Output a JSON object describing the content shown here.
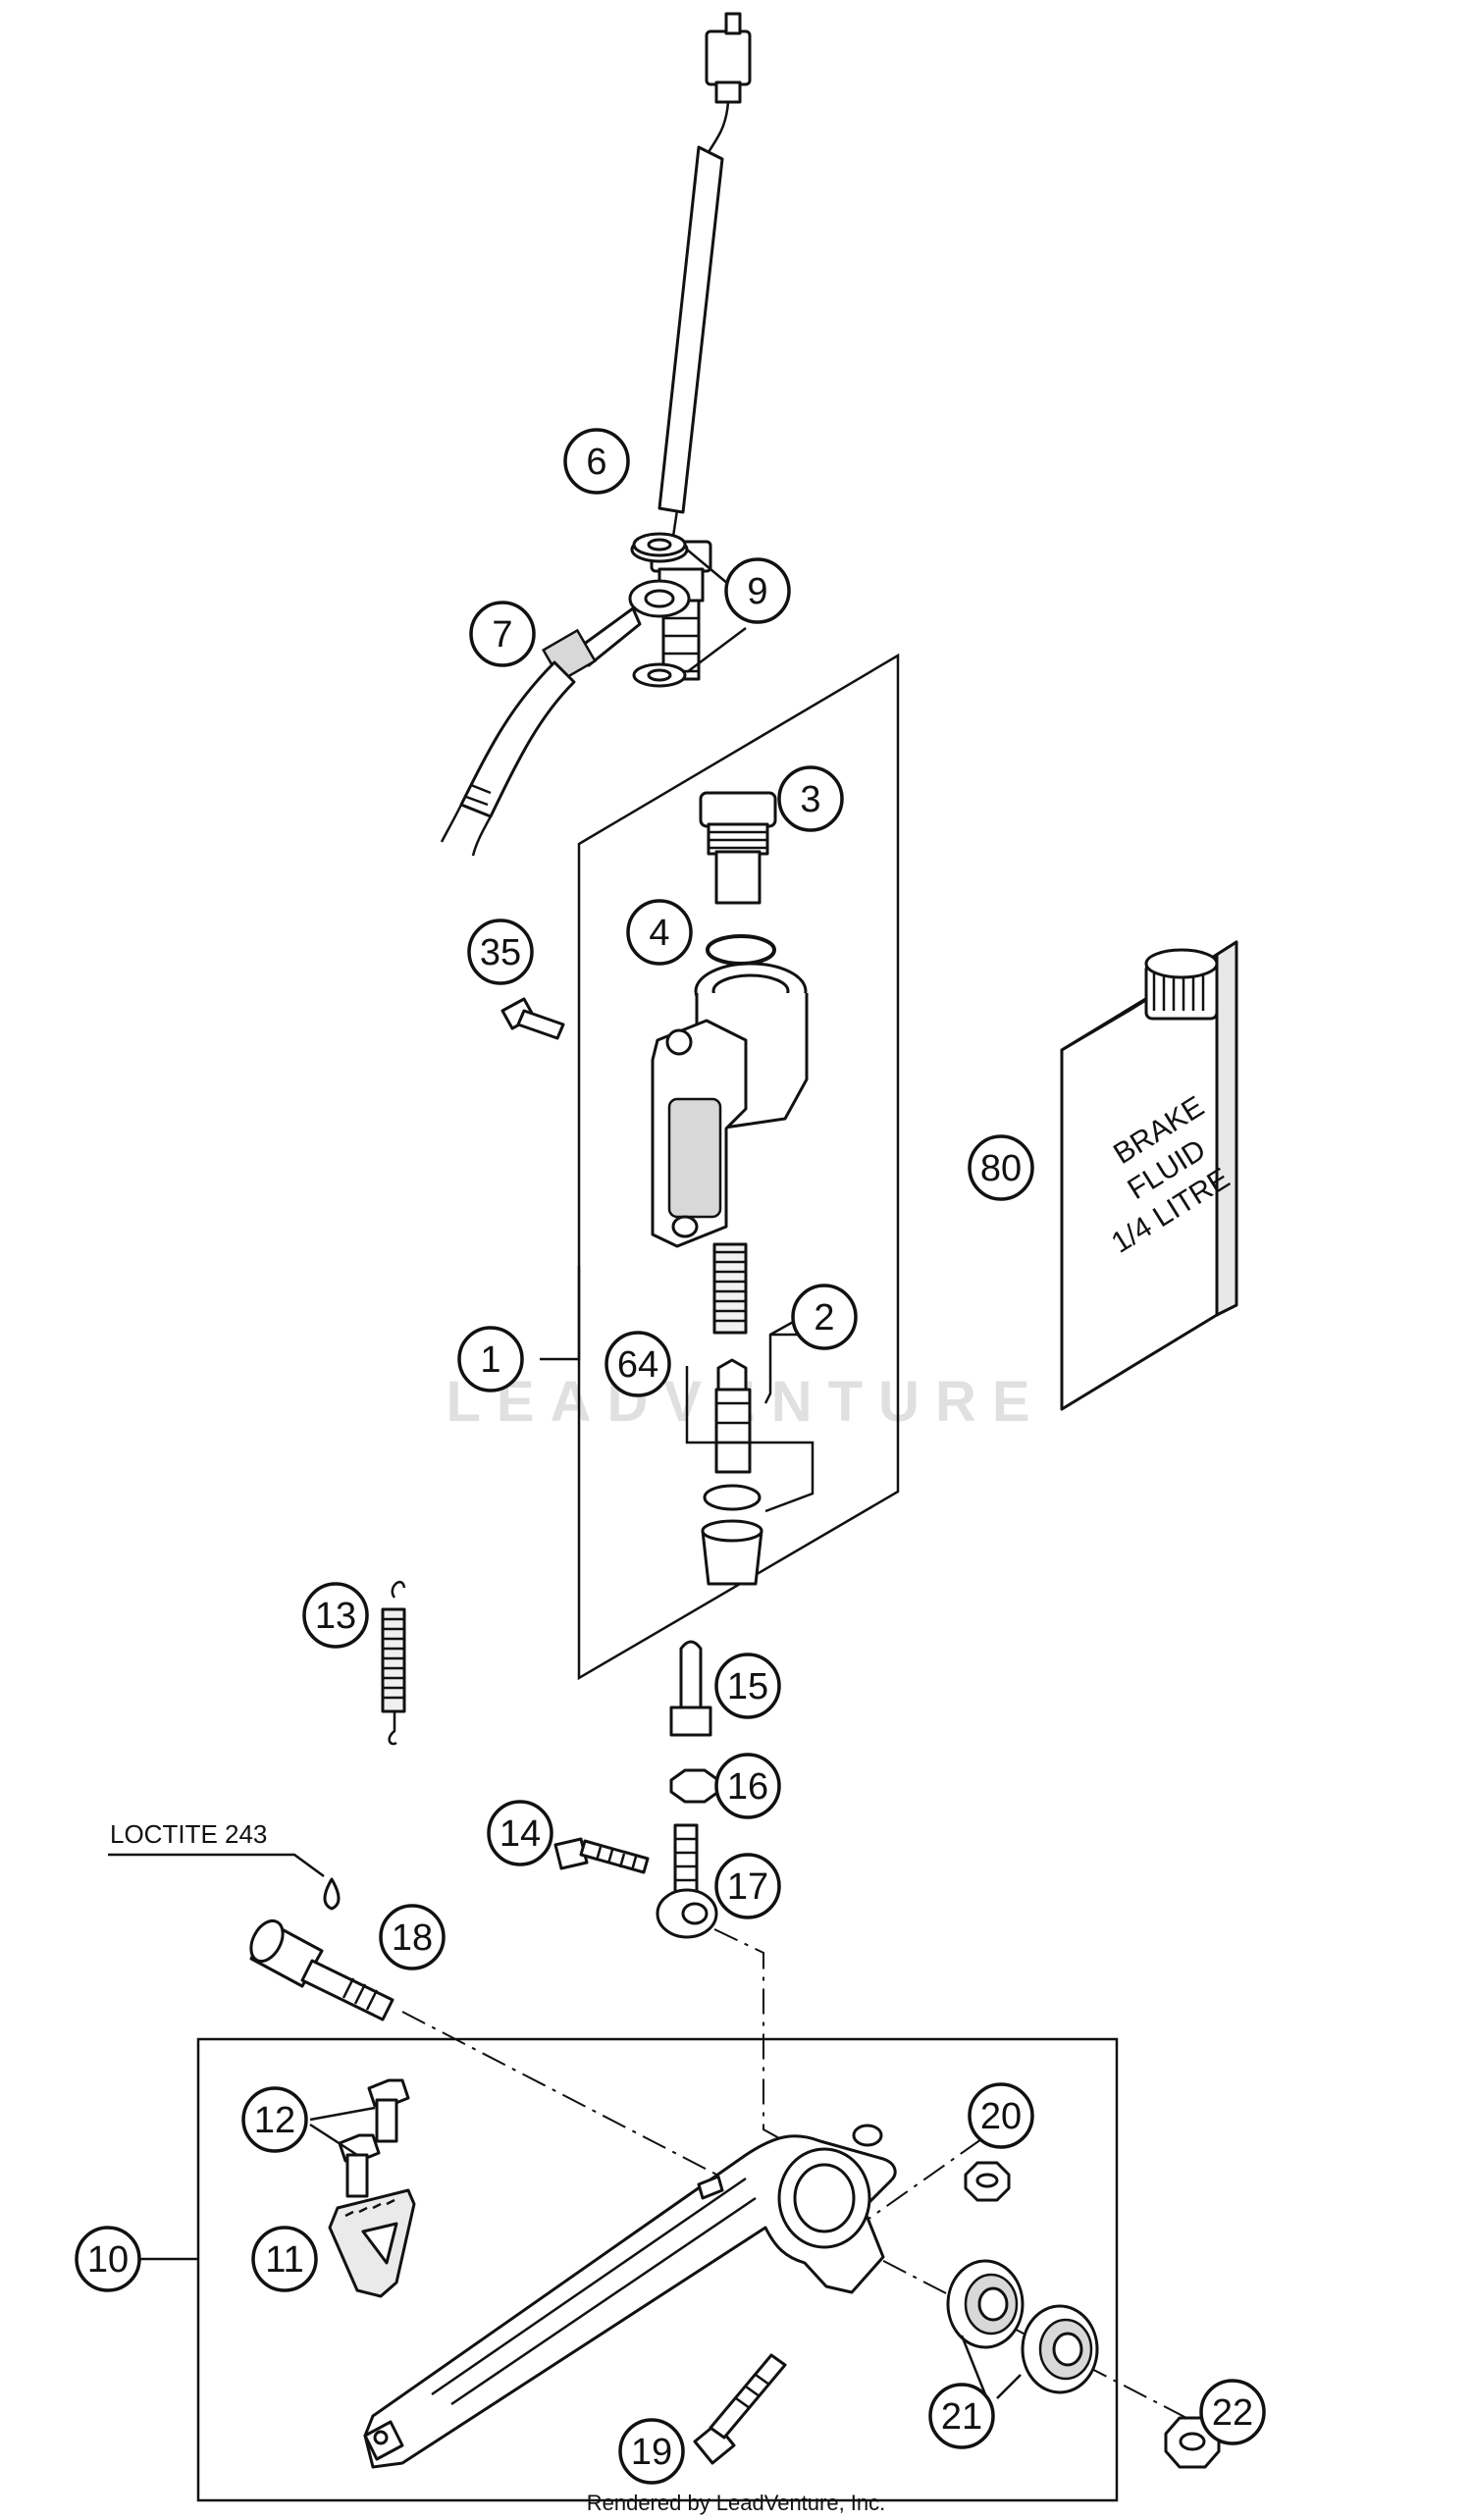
{
  "diagram": {
    "callouts": [
      "6",
      "9",
      "7",
      "3",
      "4",
      "35",
      "80",
      "1",
      "2",
      "64",
      "13",
      "15",
      "16",
      "14",
      "17",
      "18",
      "12",
      "20",
      "10",
      "11",
      "21",
      "22",
      "19"
    ],
    "labels": {
      "loctite": "LOCTITE 243",
      "bottle_line1": "BRAKE",
      "bottle_line2": "FLUID",
      "bottle_line3": "1/4 LITRE"
    },
    "watermark": "LEADVENTURE",
    "footer": "Rendered by LeadVenture, Inc."
  }
}
